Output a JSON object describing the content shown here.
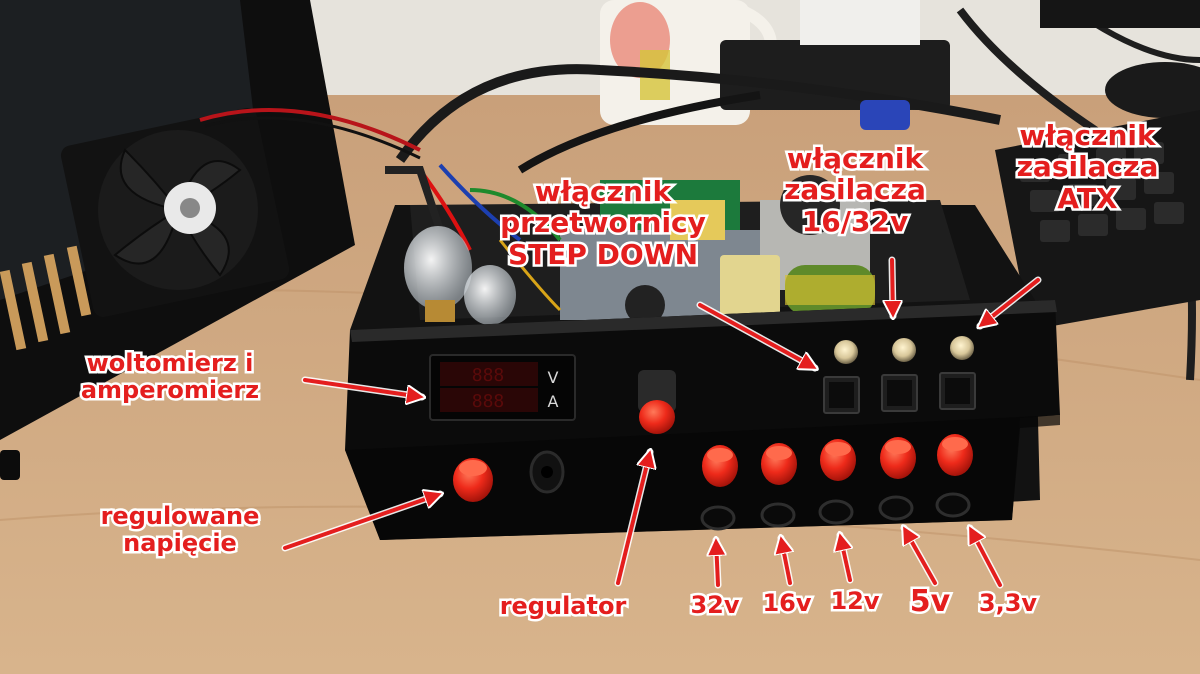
{
  "scene": {
    "colors": {
      "desk": "#cfa57a",
      "wall": "#e6e3dc",
      "case": "#141414",
      "socket_red": "#e8261c",
      "annotation": "#e41e1e"
    }
  },
  "labels": {
    "wlacznik_przetwornicy": {
      "line1": "włącznik",
      "line2": "przetwornicy",
      "line3": "STEP DOWN"
    },
    "wlacznik_zasilacza_16_32": {
      "line1": "włącznik",
      "line2": "zasilacza",
      "line3": "16/32v"
    },
    "wlacznik_zasilacza_atx": {
      "line1": "włącznik",
      "line2": "zasilacza",
      "line3": "ATX"
    },
    "woltomierz": {
      "line1": "woltomierz i",
      "line2": "amperomierz"
    },
    "regulowane": {
      "line1": "regulowane",
      "line2": "napięcie"
    },
    "regulator": {
      "text": "regulator"
    },
    "v32": {
      "text": "32v"
    },
    "v16": {
      "text": "16v"
    },
    "v12": {
      "text": "12v"
    },
    "v5": {
      "text": "5v"
    },
    "v33": {
      "text": "3,3v"
    }
  },
  "display": {
    "volt_unit": "V",
    "amp_unit": "A"
  }
}
